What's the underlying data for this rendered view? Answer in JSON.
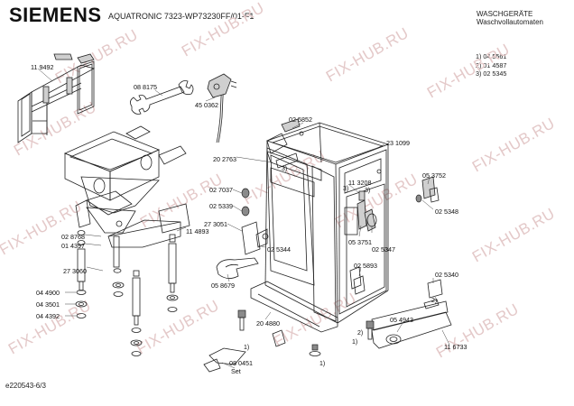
{
  "header": {
    "brand": "SIEMENS",
    "model": "AQUATRONIC 7323-WP73230FF/01-F1",
    "category_de": "WASCHGERÄTE",
    "category_sub": "Waschvollautomaten"
  },
  "variants": [
    "1)  04 5561",
    "2)  01 4587",
    "3)  02 5345"
  ],
  "footer": "e220543-6/3",
  "watermark": "FIX-HUB.RU",
  "parts": {
    "p119492": "11 9492",
    "p088175": "08 8175",
    "p450362": "45 0362",
    "p025852": "02 5852",
    "p231099": "23 1099",
    "p202763": "20 2763",
    "p113208": "11 3208",
    "p053752": "05 3752",
    "p027037": "02 7037",
    "p025339": "02 5339",
    "p025348": "02 5348",
    "p273051": "27 3051",
    "p028768": "02 8768",
    "p014397": "01 4397",
    "p114893": "11 4893",
    "p053751": "05 3751",
    "p025347": "02 5347",
    "p025344": "02 5344",
    "p273060": "27 3060",
    "p025893": "02 5893",
    "p025340": "02 5340",
    "p058679": "05 8679",
    "p044900": "04 4900",
    "p043501": "04 3501",
    "p044392": "04 4392",
    "p204880": "20 4880",
    "p054943": "05 4943",
    "p080451": "08 0451",
    "set": "Set",
    "p116733": "11 6733"
  },
  "markers": {
    "one": "1)",
    "two": "2)",
    "three": "3)"
  }
}
